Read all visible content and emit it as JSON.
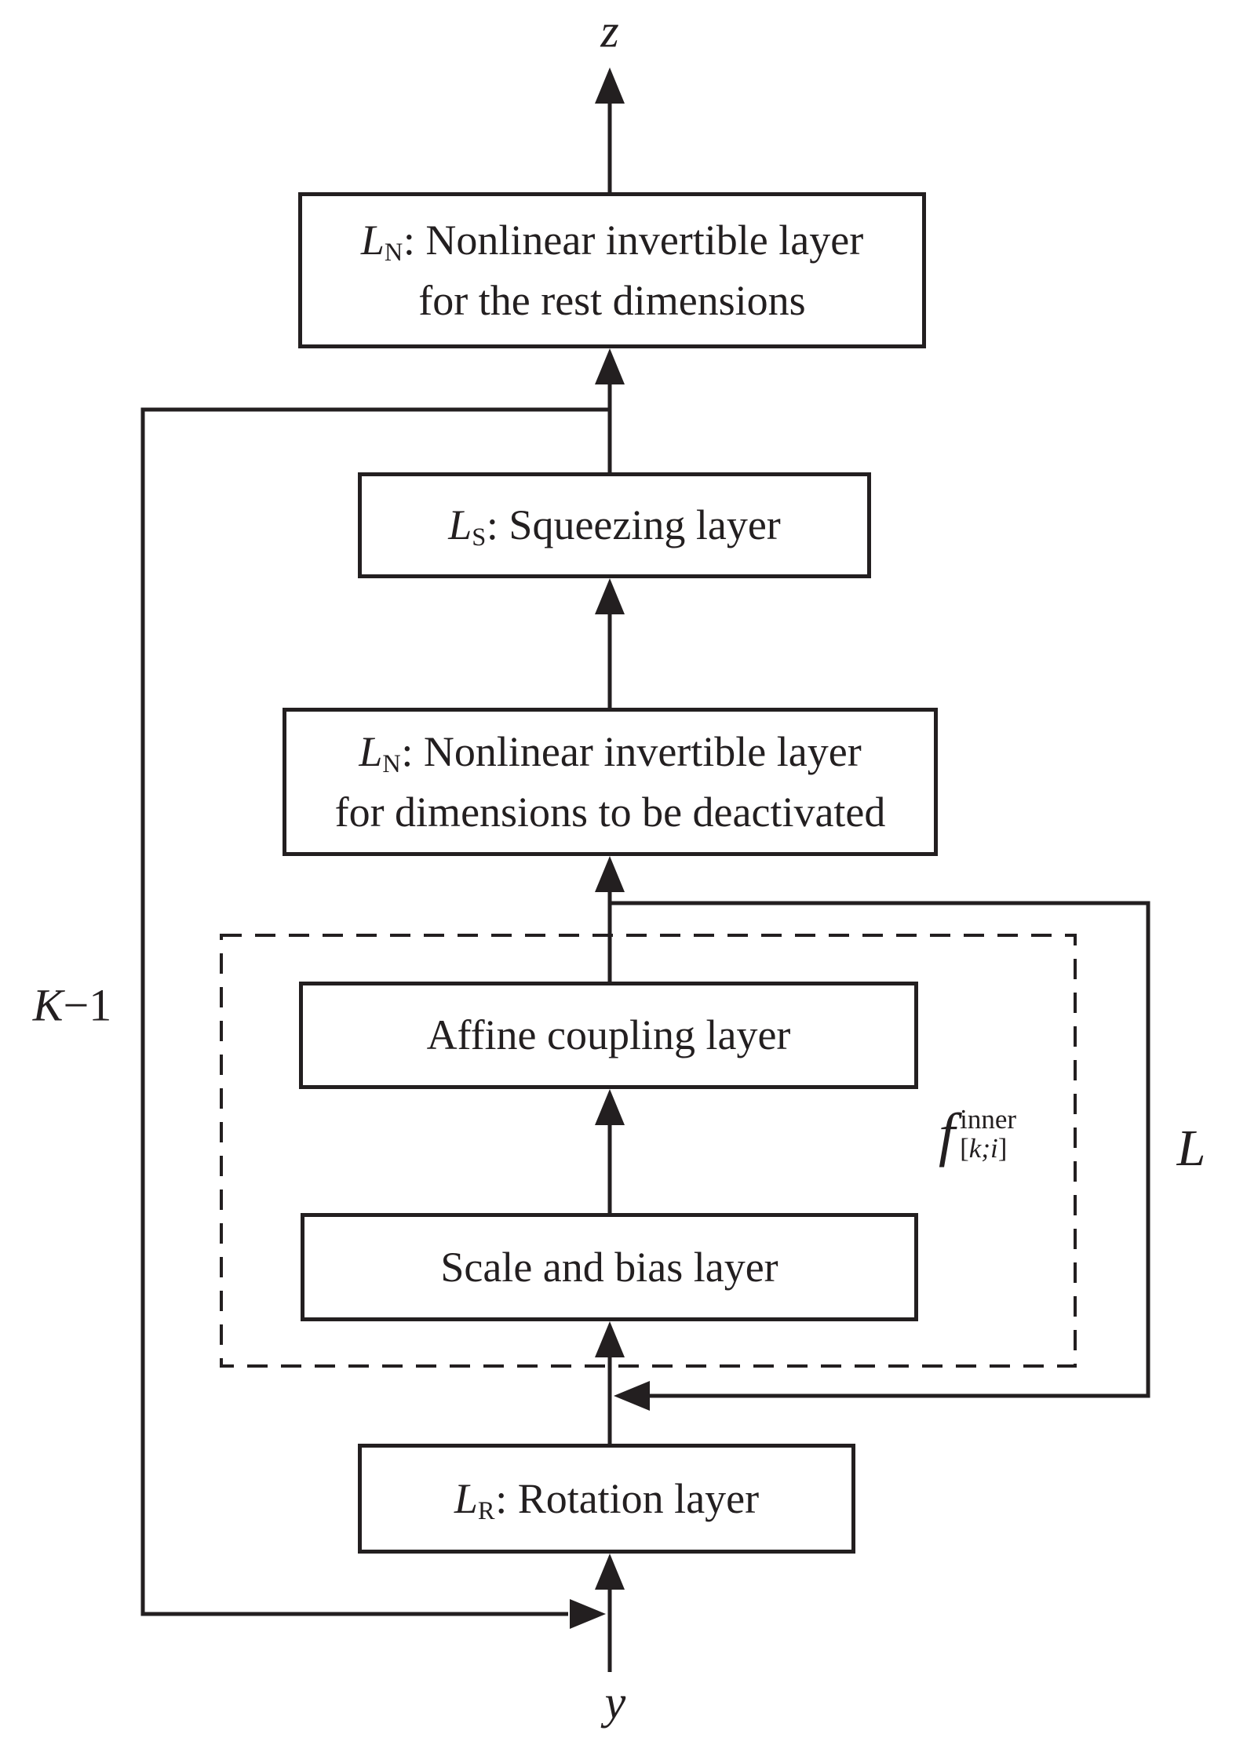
{
  "figure": {
    "background": "#ffffff",
    "ink_color": "#231f20"
  },
  "labels": {
    "output_var": "z",
    "input_var": "y",
    "outer_repeat_var": "K",
    "outer_repeat_rest": "−1",
    "inner_repeat_var": "L",
    "inner_fn": {
      "base": "f",
      "sup": "inner",
      "sub_open": "[",
      "sub_body": "k;i",
      "sub_close": "]"
    }
  },
  "boxes": {
    "nonlinear_rest": {
      "sym": "L",
      "sub": "N",
      "line1": ": Nonlinear invertible layer",
      "line2": "for the rest dimensions"
    },
    "squeezing": {
      "sym": "L",
      "sub": "S",
      "line1": ": Squeezing layer"
    },
    "nonlinear_deactivated": {
      "sym": "L",
      "sub": "N",
      "line1": ": Nonlinear invertible layer",
      "line2": "for dimensions to be deactivated"
    },
    "affine_coupling": {
      "line1": "Affine coupling layer"
    },
    "scale_bias": {
      "line1": "Scale and bias layer"
    },
    "rotation": {
      "sym": "L",
      "sub": "R",
      "line1": ": Rotation layer"
    }
  }
}
